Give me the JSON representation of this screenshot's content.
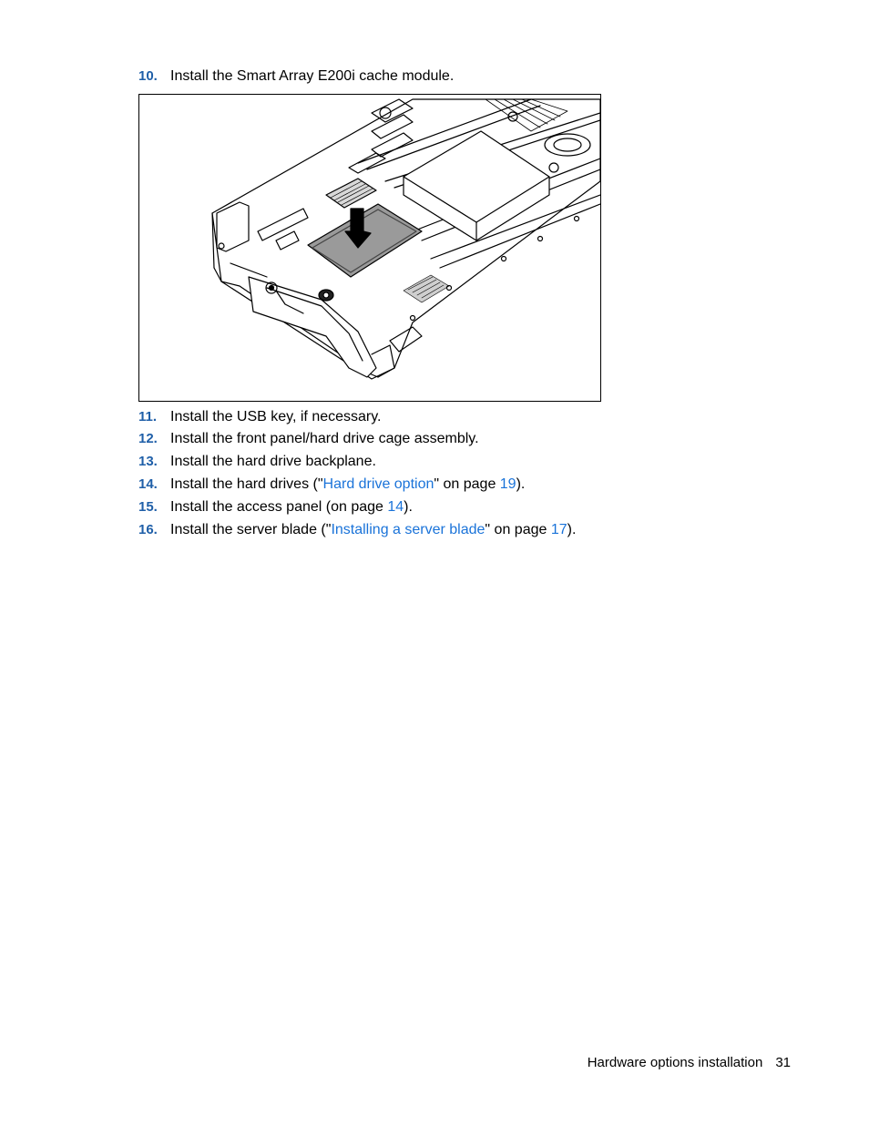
{
  "steps": [
    {
      "num": "10.",
      "text": "Install the Smart Array E200i cache module."
    },
    {
      "num": "11.",
      "text": "Install the USB key, if necessary."
    },
    {
      "num": "12.",
      "text": "Install the front panel/hard drive cage assembly."
    },
    {
      "num": "13.",
      "text": "Install the hard drive backplane."
    },
    {
      "num": "14.",
      "pre": "Install the hard drives (\"",
      "link": "Hard drive option",
      "mid": "\" on page ",
      "page": "19",
      "post": ")."
    },
    {
      "num": "15.",
      "pre": "Install the access panel (on page ",
      "page": "14",
      "post": ")."
    },
    {
      "num": "16.",
      "pre": "Install the server blade (\"",
      "link": "Installing a server blade",
      "mid": "\" on page ",
      "page": "17",
      "post": ")."
    }
  ],
  "footer": {
    "section": "Hardware options installation",
    "page_number": "31"
  }
}
